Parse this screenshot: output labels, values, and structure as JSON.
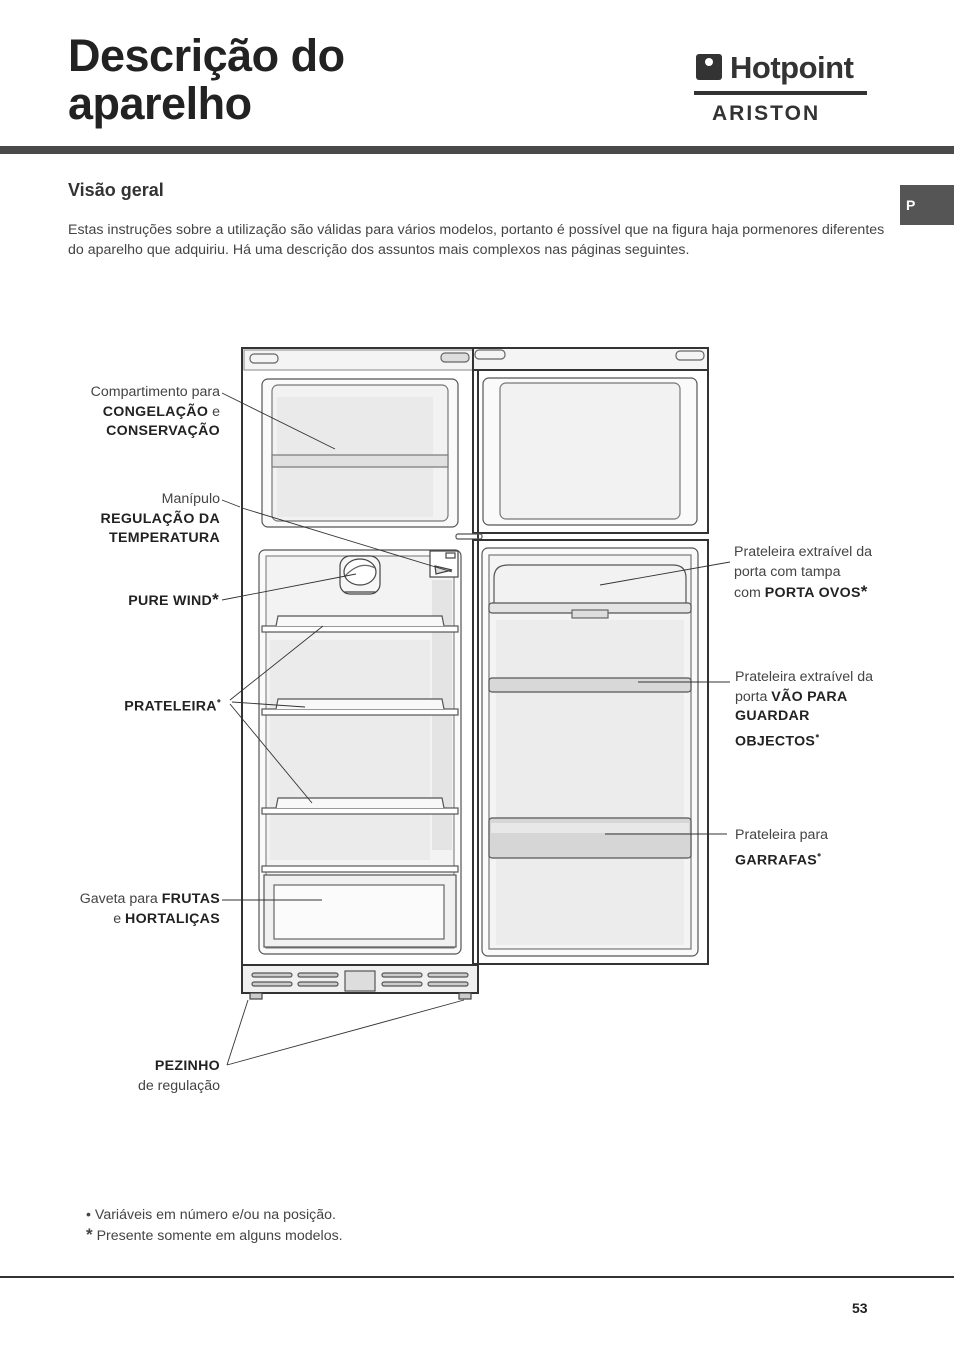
{
  "header": {
    "title_line1": "Descrição do",
    "title_line2": "aparelho",
    "brand_name": "Hotpoint",
    "brand_sub": "ARISTON",
    "language_tab": "P"
  },
  "section": {
    "heading": "Visão geral",
    "intro": "Estas instruções sobre a utilização são válidas para vários modelos, portanto é possível que na figura haja pormenores diferentes do aparelho que adquiriu. Há uma descrição dos assuntos mais complexos nas páginas seguintes."
  },
  "labels": {
    "freezer_pre": "Compartimento para",
    "freezer_b1": "CONGELAÇÃO",
    "freezer_mid": " e",
    "freezer_b2": "CONSERVAÇÃO",
    "knob_pre": "Manípulo",
    "knob_b1": "REGULAÇÃO DA",
    "knob_b2": "TEMPERATURA",
    "purewind": "PURE WIND",
    "purewind_mark": "*",
    "shelf": "PRATELEIRA",
    "shelf_mark": "•",
    "drawer_pre": "Gaveta para ",
    "drawer_b1": "FRUTAS",
    "drawer_pre2": "e ",
    "drawer_b2": "HORTALIÇAS",
    "feet_b": "PEZINHO",
    "feet_post": "de regulação",
    "egg_l1": "Prateleira extraível da",
    "egg_l2": "porta com tampa",
    "egg_l3_pre": "com ",
    "egg_l3_b": "PORTA OVOS",
    "egg_mark": "*",
    "tall_l1": "Prateleira extraível da",
    "tall_l2_pre": "porta ",
    "tall_l2_b": "VÃO PARA",
    "tall_l3_b": "GUARDAR",
    "tall_l4_b": "OBJECTOS",
    "tall_mark": "•",
    "bottle_l1": "Prateleira para",
    "bottle_b": "GARRAFAS",
    "bottle_mark": "•"
  },
  "notes": {
    "note1_mark": "•",
    "note1": " Variáveis em número e/ou na posição.",
    "note2_mark": "*",
    "note2": " Presente somente em alguns modelos."
  },
  "footer": {
    "page_number": "53"
  }
}
